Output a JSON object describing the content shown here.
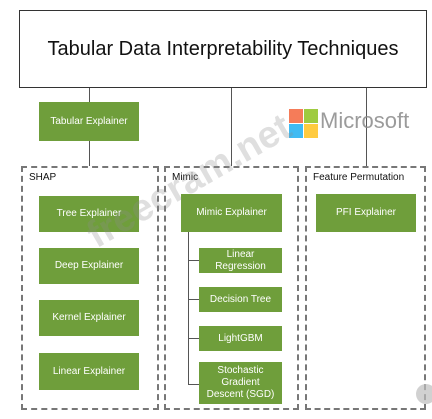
{
  "title": "Tabular Data Interpretability Techniques",
  "root": {
    "label": "Tabular Explainer"
  },
  "panels": {
    "shap": {
      "label": "SHAP",
      "items": [
        "Tree Explainer",
        "Deep Explainer",
        "Kernel Explainer",
        "Linear Explainer"
      ]
    },
    "mimic": {
      "label": "Mimic",
      "head": "Mimic Explainer",
      "items": [
        "Linear Regression",
        "Decision Tree",
        "LightGBM",
        "Stochastic Gradient Descent (SGD)"
      ]
    },
    "pfi": {
      "label": "Feature Permutation",
      "items": [
        "PFI Explainer"
      ]
    }
  },
  "overlay": {
    "brand_text": "Microsoft",
    "brand_colors": [
      "#f25022",
      "#7fba00",
      "#00a4ef",
      "#ffb900"
    ],
    "watermark_text": "freecram.net"
  },
  "colors": {
    "node_fill": "#6f9e3b",
    "node_text": "#ffffff",
    "line": "#555555"
  }
}
